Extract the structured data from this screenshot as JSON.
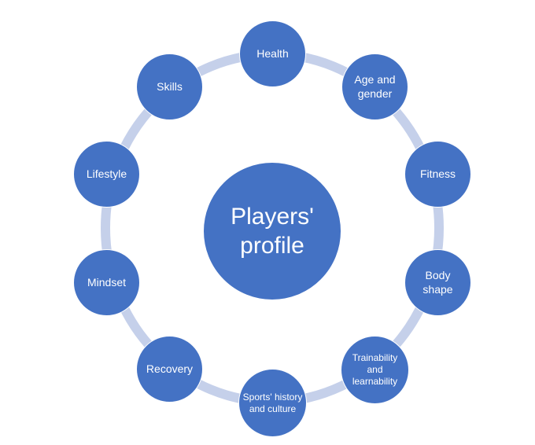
{
  "colors": {
    "node": "#4472c4",
    "ring": "#c5d0ea"
  },
  "center": {
    "label": "Players' profile"
  },
  "nodes": [
    {
      "label": "Health"
    },
    {
      "label": "Age and gender"
    },
    {
      "label": "Fitness"
    },
    {
      "label": "Body shape"
    },
    {
      "label": "Trainability and learnability"
    },
    {
      "label": "Sports' history and culture"
    },
    {
      "label": "Recovery"
    },
    {
      "label": "Mindset"
    },
    {
      "label": "Lifestyle"
    },
    {
      "label": "Skills"
    }
  ]
}
